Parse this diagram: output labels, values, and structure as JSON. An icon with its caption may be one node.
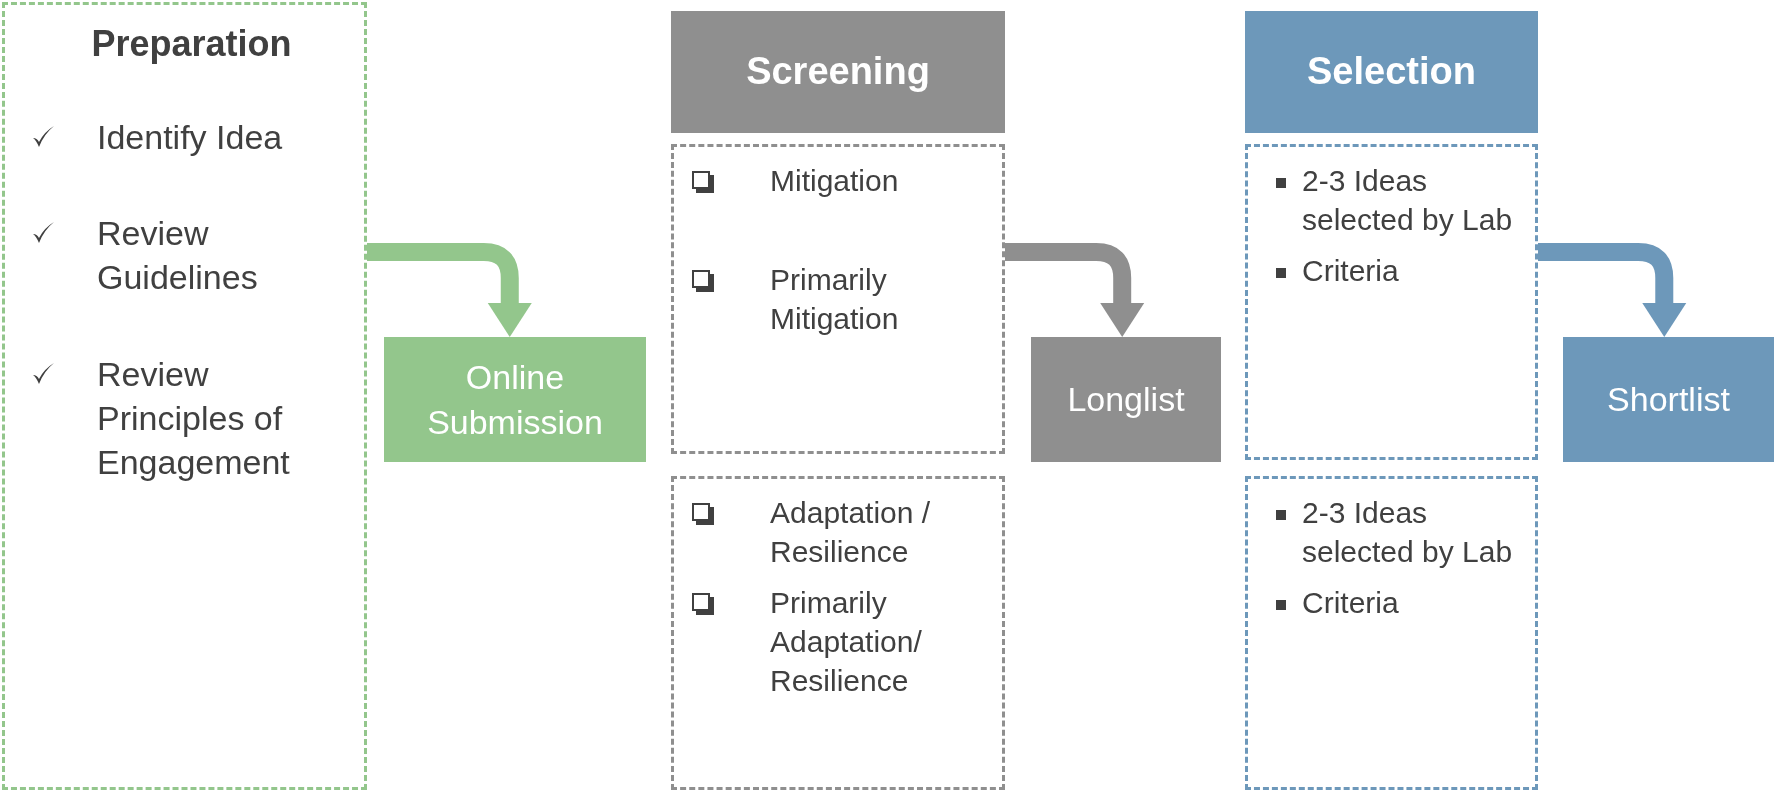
{
  "diagram": {
    "nodes": [
      {
        "text": [
          "Preparation",
          "Identify Idea",
          "Review Guidelines",
          "Review Principles of Engagement"
        ]
      },
      {
        "text": [
          "Online Submission"
        ]
      },
      {
        "text": [
          "Screening"
        ]
      },
      {
        "text": [
          "Mitigation",
          "Primarily Mitigation"
        ]
      },
      {
        "text": [
          "Adaptation / Resilience",
          "Primarily Adaptation/ Resilience"
        ]
      },
      {
        "text": [
          "Longlist"
        ]
      },
      {
        "text": [
          "Selection"
        ]
      },
      {
        "text": [
          "2-3 Ideas selected by Lab",
          "Criteria"
        ]
      },
      {
        "text": [
          "2-3 Ideas selected by Lab",
          "Criteria"
        ]
      },
      {
        "text": [
          "Shortlist"
        ]
      }
    ],
    "edges": [
      {
        "from": 0,
        "to": 1,
        "arrow": "to",
        "color": "#93c68c"
      },
      {
        "from": 3,
        "to": 5,
        "arrow": "to",
        "color": "#8f8f8f"
      },
      {
        "from": 7,
        "to": 9,
        "arrow": "to",
        "color": "#6d98ba"
      }
    ]
  }
}
